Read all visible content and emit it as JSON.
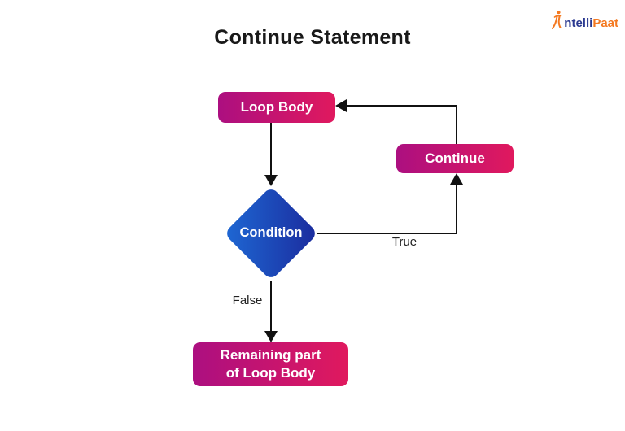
{
  "page": {
    "title": "Continue Statement"
  },
  "logo": {
    "intelli": "ntelli",
    "paat": "Paat"
  },
  "flowchart": {
    "nodes": {
      "loop_body": {
        "label": "Loop Body"
      },
      "continue_box": {
        "label": "Continue"
      },
      "condition": {
        "label": "Condition"
      },
      "remaining": {
        "line1": "Remaining part",
        "line2": "of Loop Body"
      }
    },
    "edges": {
      "true_label": "True",
      "false_label": "False"
    },
    "colors": {
      "box_gradient_start": "#AC0F80",
      "box_gradient_end": "#E0195E",
      "diamond_gradient_start": "#1E68D4",
      "diamond_gradient_end": "#1B2B9D",
      "arrow": "#111111",
      "title_text": "#191919",
      "logo_blue": "#2A3990",
      "logo_orange": "#F47920"
    }
  }
}
